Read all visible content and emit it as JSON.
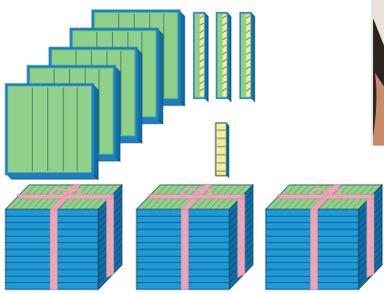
{
  "diagram": {
    "description_items": [
      {
        "id": "stacked-green-panels",
        "count": 5
      },
      {
        "id": "vertical-strips",
        "count": 3
      },
      {
        "id": "small-yellow-strip",
        "count": 1
      },
      {
        "id": "gift-box-blocks",
        "count": 3
      },
      {
        "id": "photo-fragment",
        "count": 1
      }
    ],
    "colors": {
      "green_fill": "#8fd08a",
      "green_dark": "#6fbf6a",
      "blue_edge": "#1e7fc0",
      "blue_fill": "#1d9ad8",
      "blue_dark": "#0e6fa8",
      "yellow_fill": "#f2ec9b",
      "ribbon_pink": "#e9a6b8",
      "ribbon_dark": "#c97f94",
      "line_dark": "#1b3a4d"
    }
  }
}
